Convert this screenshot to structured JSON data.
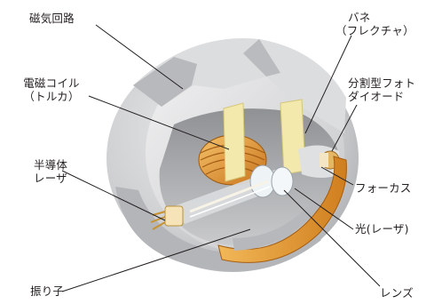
{
  "labels": {
    "magnetic_circuit": "磁気回路",
    "coil_line1": "電磁コイル",
    "coil_line2": "（トルカ）",
    "laser_line1": "半導体",
    "laser_line2": "レーザ",
    "pendulum": "振り子",
    "spring_line1": "バネ",
    "spring_line2": "（フレクチャ）",
    "photodiode_line1": "分割型フォト",
    "photodiode_line2": "ダイオード",
    "focus": "フォーカス",
    "light": "光(レーザ)",
    "lens": "レンズ"
  },
  "colors": {
    "body_gray": "#c8c9cb",
    "coil_orange": "#e09a3a",
    "flexure_yellow": "#f3e7a8",
    "pendulum_orange": "#e0962e"
  }
}
